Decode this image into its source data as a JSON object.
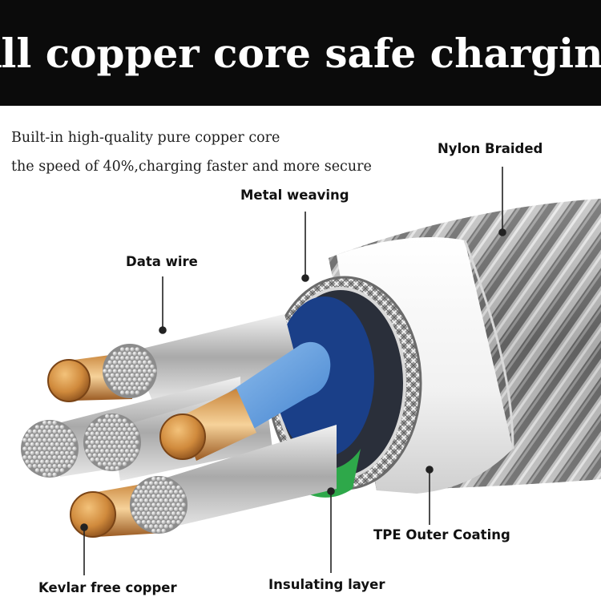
{
  "banner": {
    "title": "All copper core safe charging"
  },
  "intro": {
    "line1": "Built-in high-quality pure copper core",
    "line2": "the speed of 40%,charging faster and more secure"
  },
  "labels": {
    "nylon_braided": "Nylon Braided",
    "metal_weaving": "Metal weaving",
    "data_wire": "Data wire",
    "tpe_outer_coating": "TPE Outer Coating",
    "kevlar_free_copper": "Kevlar free copper",
    "insulating_layer": "Insulating layer"
  },
  "colors": {
    "banner_bg": "#0b0b0b",
    "copper": "#d08a3c",
    "blue_insulation": "#5b9ee0",
    "green_insulation": "#2ea84a",
    "red_insulation": "#c23a3a"
  }
}
